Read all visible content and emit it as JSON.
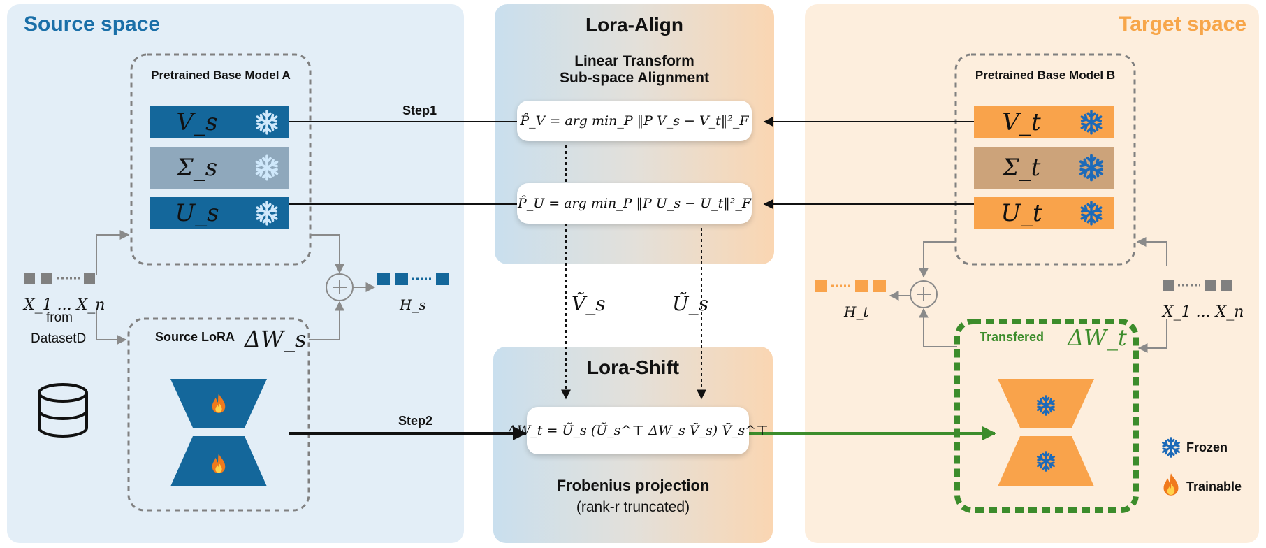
{
  "source": {
    "title": "Source space",
    "model_title": "Pretrained Base Model A",
    "V": "V_s",
    "Sigma": "Σ_s",
    "U": "U_s",
    "lora_label": "Source LoRA",
    "lora_symbol": "ΔW_s",
    "input_label": "X_1 ... X_n",
    "from_label": "from",
    "dataset_label": "DatasetD",
    "output_label": "H_s"
  },
  "align": {
    "title": "Lora-Align",
    "subtitle_line1": "Linear Transform",
    "subtitle_line2": "Sub-space Alignment",
    "step1": "Step1",
    "formula_pv": "P̂_V = arg min_P ‖P V_s − V_t‖²_F",
    "formula_pu": "P̂_U = arg min_P ‖P U_s − U_t‖²_F",
    "v_tilde": "Ṽ_s",
    "u_tilde": "Ũ_s"
  },
  "shift": {
    "title": "Lora-Shift",
    "step2": "Step2",
    "formula": "ΔW_t = Ũ_s (Ũ_s^⊤ ΔW_s Ṽ_s) Ṽ_s^⊤",
    "caption_line1": "Frobenius projection",
    "caption_line2": "(rank-r truncated)"
  },
  "target": {
    "title": "Target space",
    "model_title": "Pretrained Base Model B",
    "V": "V_t",
    "Sigma": "Σ_t",
    "U": "U_t",
    "transfered_label": "Transfered",
    "lora_symbol": "ΔW_t",
    "input_label": "X_1 ... X_n",
    "output_label": "H_t"
  },
  "legend": {
    "frozen": "Frozen",
    "trainable": "Trainable"
  },
  "colors": {
    "source_blue": "#14679b",
    "source_sigma": "#8fa8bc",
    "target_orange": "#f9a34b",
    "target_sigma": "#cca37a",
    "transfer_green": "#3c8c2b",
    "source_title": "#1a6fa8",
    "target_title": "#f7a64a"
  }
}
